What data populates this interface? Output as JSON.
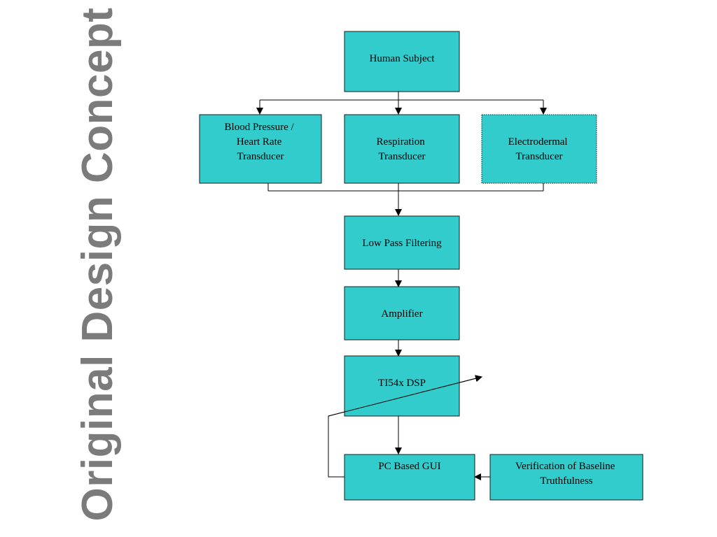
{
  "title": "Original Design Concept",
  "nodes": {
    "human_subject": [
      "Human Subject"
    ],
    "bp_hr_transducer": [
      "Blood Pressure /",
      "Heart Rate",
      "Transducer"
    ],
    "respiration_transducer": [
      "Respiration",
      "Transducer"
    ],
    "electrodermal_transducer": [
      "Electrodermal",
      "Transducer"
    ],
    "low_pass_filtering": [
      "Low Pass Filtering"
    ],
    "amplifier": [
      "Amplifier"
    ],
    "dsp": [
      "TI54x DSP"
    ],
    "pc_gui": [
      "PC Based GUI"
    ],
    "verification": [
      "Verification of Baseline",
      "Truthfulness"
    ]
  },
  "colors": {
    "box_fill": "#33cccc",
    "box_stroke": "#1a1a1a",
    "title": "#7b7b7b"
  }
}
